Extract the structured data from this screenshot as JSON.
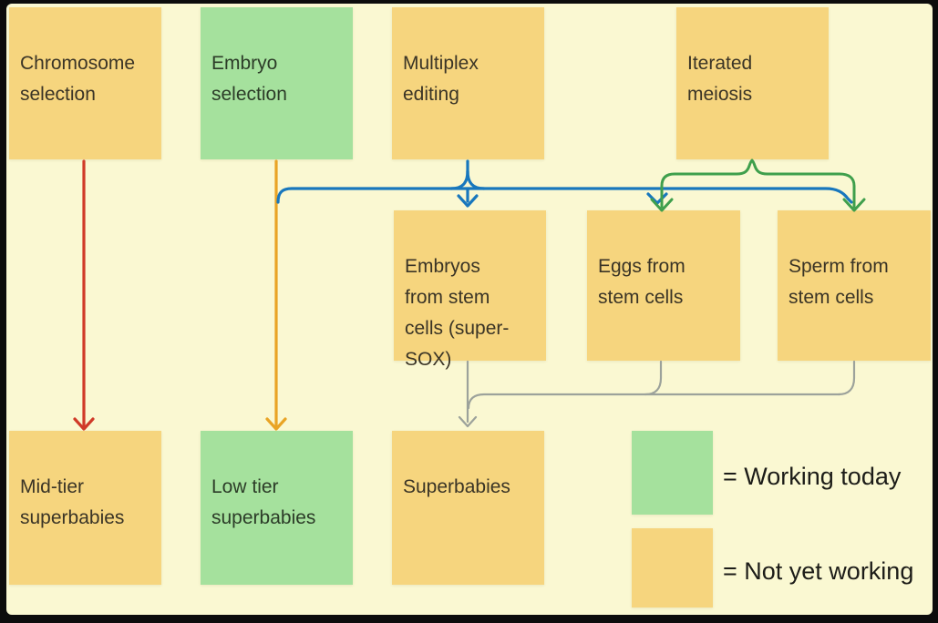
{
  "boxes": [
    {
      "id": "chromosome-selection",
      "label": "Chromosome\nselection",
      "status": "not-yet-working"
    },
    {
      "id": "embryo-selection",
      "label": "Embryo\nselection",
      "status": "working-today"
    },
    {
      "id": "multiplex-editing",
      "label": "Multiplex\nediting",
      "status": "not-yet-working"
    },
    {
      "id": "iterated-meiosis",
      "label": "Iterated\nmeiosis",
      "status": "not-yet-working"
    },
    {
      "id": "embryos-from-stem-cells",
      "label": "Embryos\nfrom stem\ncells (super-\nSOX)",
      "status": "not-yet-working"
    },
    {
      "id": "eggs-from-stem-cells",
      "label": "Eggs from\nstem cells",
      "status": "not-yet-working"
    },
    {
      "id": "sperm-from-stem-cells",
      "label": "Sperm from\nstem cells",
      "status": "not-yet-working"
    },
    {
      "id": "mid-tier-superbabies",
      "label": "Mid-tier\nsuperbabies",
      "status": "not-yet-working"
    },
    {
      "id": "low-tier-superbabies",
      "label": "Low tier\nsuperbabies",
      "status": "working-today"
    },
    {
      "id": "superbabies",
      "label": "Superbabies",
      "status": "not-yet-working"
    }
  ],
  "legend": [
    {
      "swatch": "green",
      "label": "= Working today"
    },
    {
      "swatch": "yellow",
      "label": "= Not yet working"
    }
  ],
  "connections": [
    {
      "from": "Chromosome selection",
      "to": [
        "Mid-tier superbabies"
      ],
      "color_key": "arrow_red"
    },
    {
      "from": "Embryo selection",
      "to": [
        "Low tier superbabies"
      ],
      "color_key": "arrow_yellow"
    },
    {
      "from": "Multiplex editing",
      "to": [
        "Embryos from stem cells (super-SOX)",
        "Eggs from stem cells",
        "Sperm from stem cells"
      ],
      "color_key": "arrow_blue"
    },
    {
      "from": "Iterated meiosis",
      "to": [
        "Eggs from stem cells",
        "Sperm from stem cells"
      ],
      "color_key": "arrow_green"
    },
    {
      "from": "Embryos from stem cells (super-SOX) / Eggs from stem cells / Sperm from stem cells",
      "to": [
        "Superbabies"
      ],
      "color_key": "arrow_gray"
    }
  ],
  "colors": {
    "background": "#faf8d2",
    "note_yellow": "#f6d57e",
    "note_green": "#a5e19d",
    "arrow_red": "#d03a28",
    "arrow_yellow": "#e9a425",
    "arrow_blue": "#1877bd",
    "arrow_green": "#3f9f4c",
    "arrow_gray": "#9ca29b",
    "frame": "#0c0c0c"
  }
}
